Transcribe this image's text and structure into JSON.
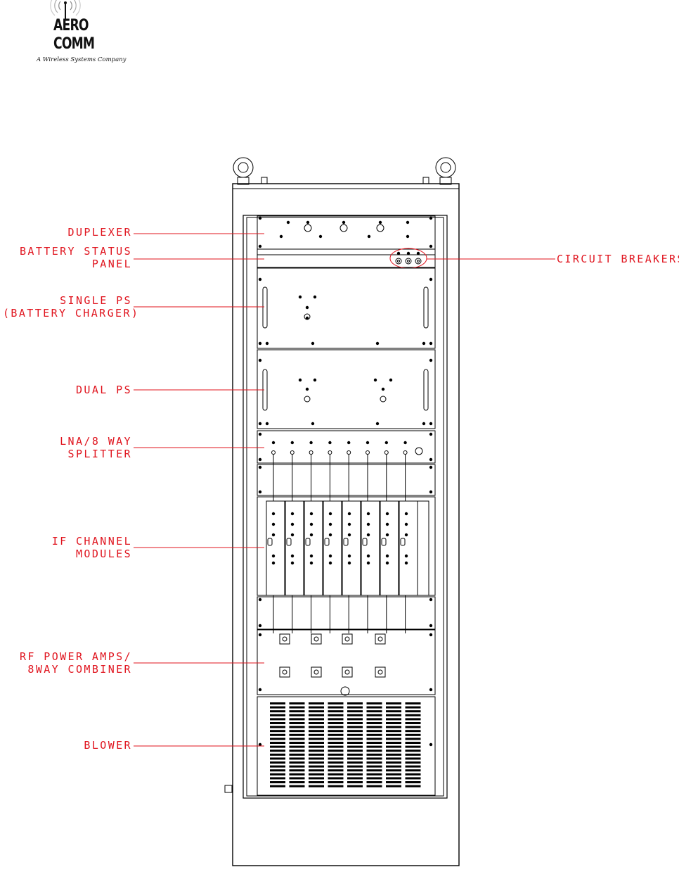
{
  "logo": {
    "line1": "AERO",
    "line2": "COMM",
    "tagline": "A Wireless Systems Company"
  },
  "callouts": {
    "duplexer": "DUPLEXER",
    "battery_status_1": "BATTERY STATUS",
    "battery_status_2": "PANEL",
    "circuit_breakers": "CIRCUIT BREAKERS",
    "single_ps_1": "SINGLE PS",
    "single_ps_2": "(BATTERY CHARGER)",
    "dual_ps": "DUAL PS",
    "lna_1": "LNA/8 WAY",
    "lna_2": "SPLITTER",
    "if_1": "IF CHANNEL",
    "if_2": "MODULES",
    "rf_1": "RF POWER AMPS/",
    "rf_2": "8WAY COMBINER",
    "blower": "BLOWER"
  },
  "colors": {
    "callout": "#e0141e",
    "drawing": "#000000"
  }
}
